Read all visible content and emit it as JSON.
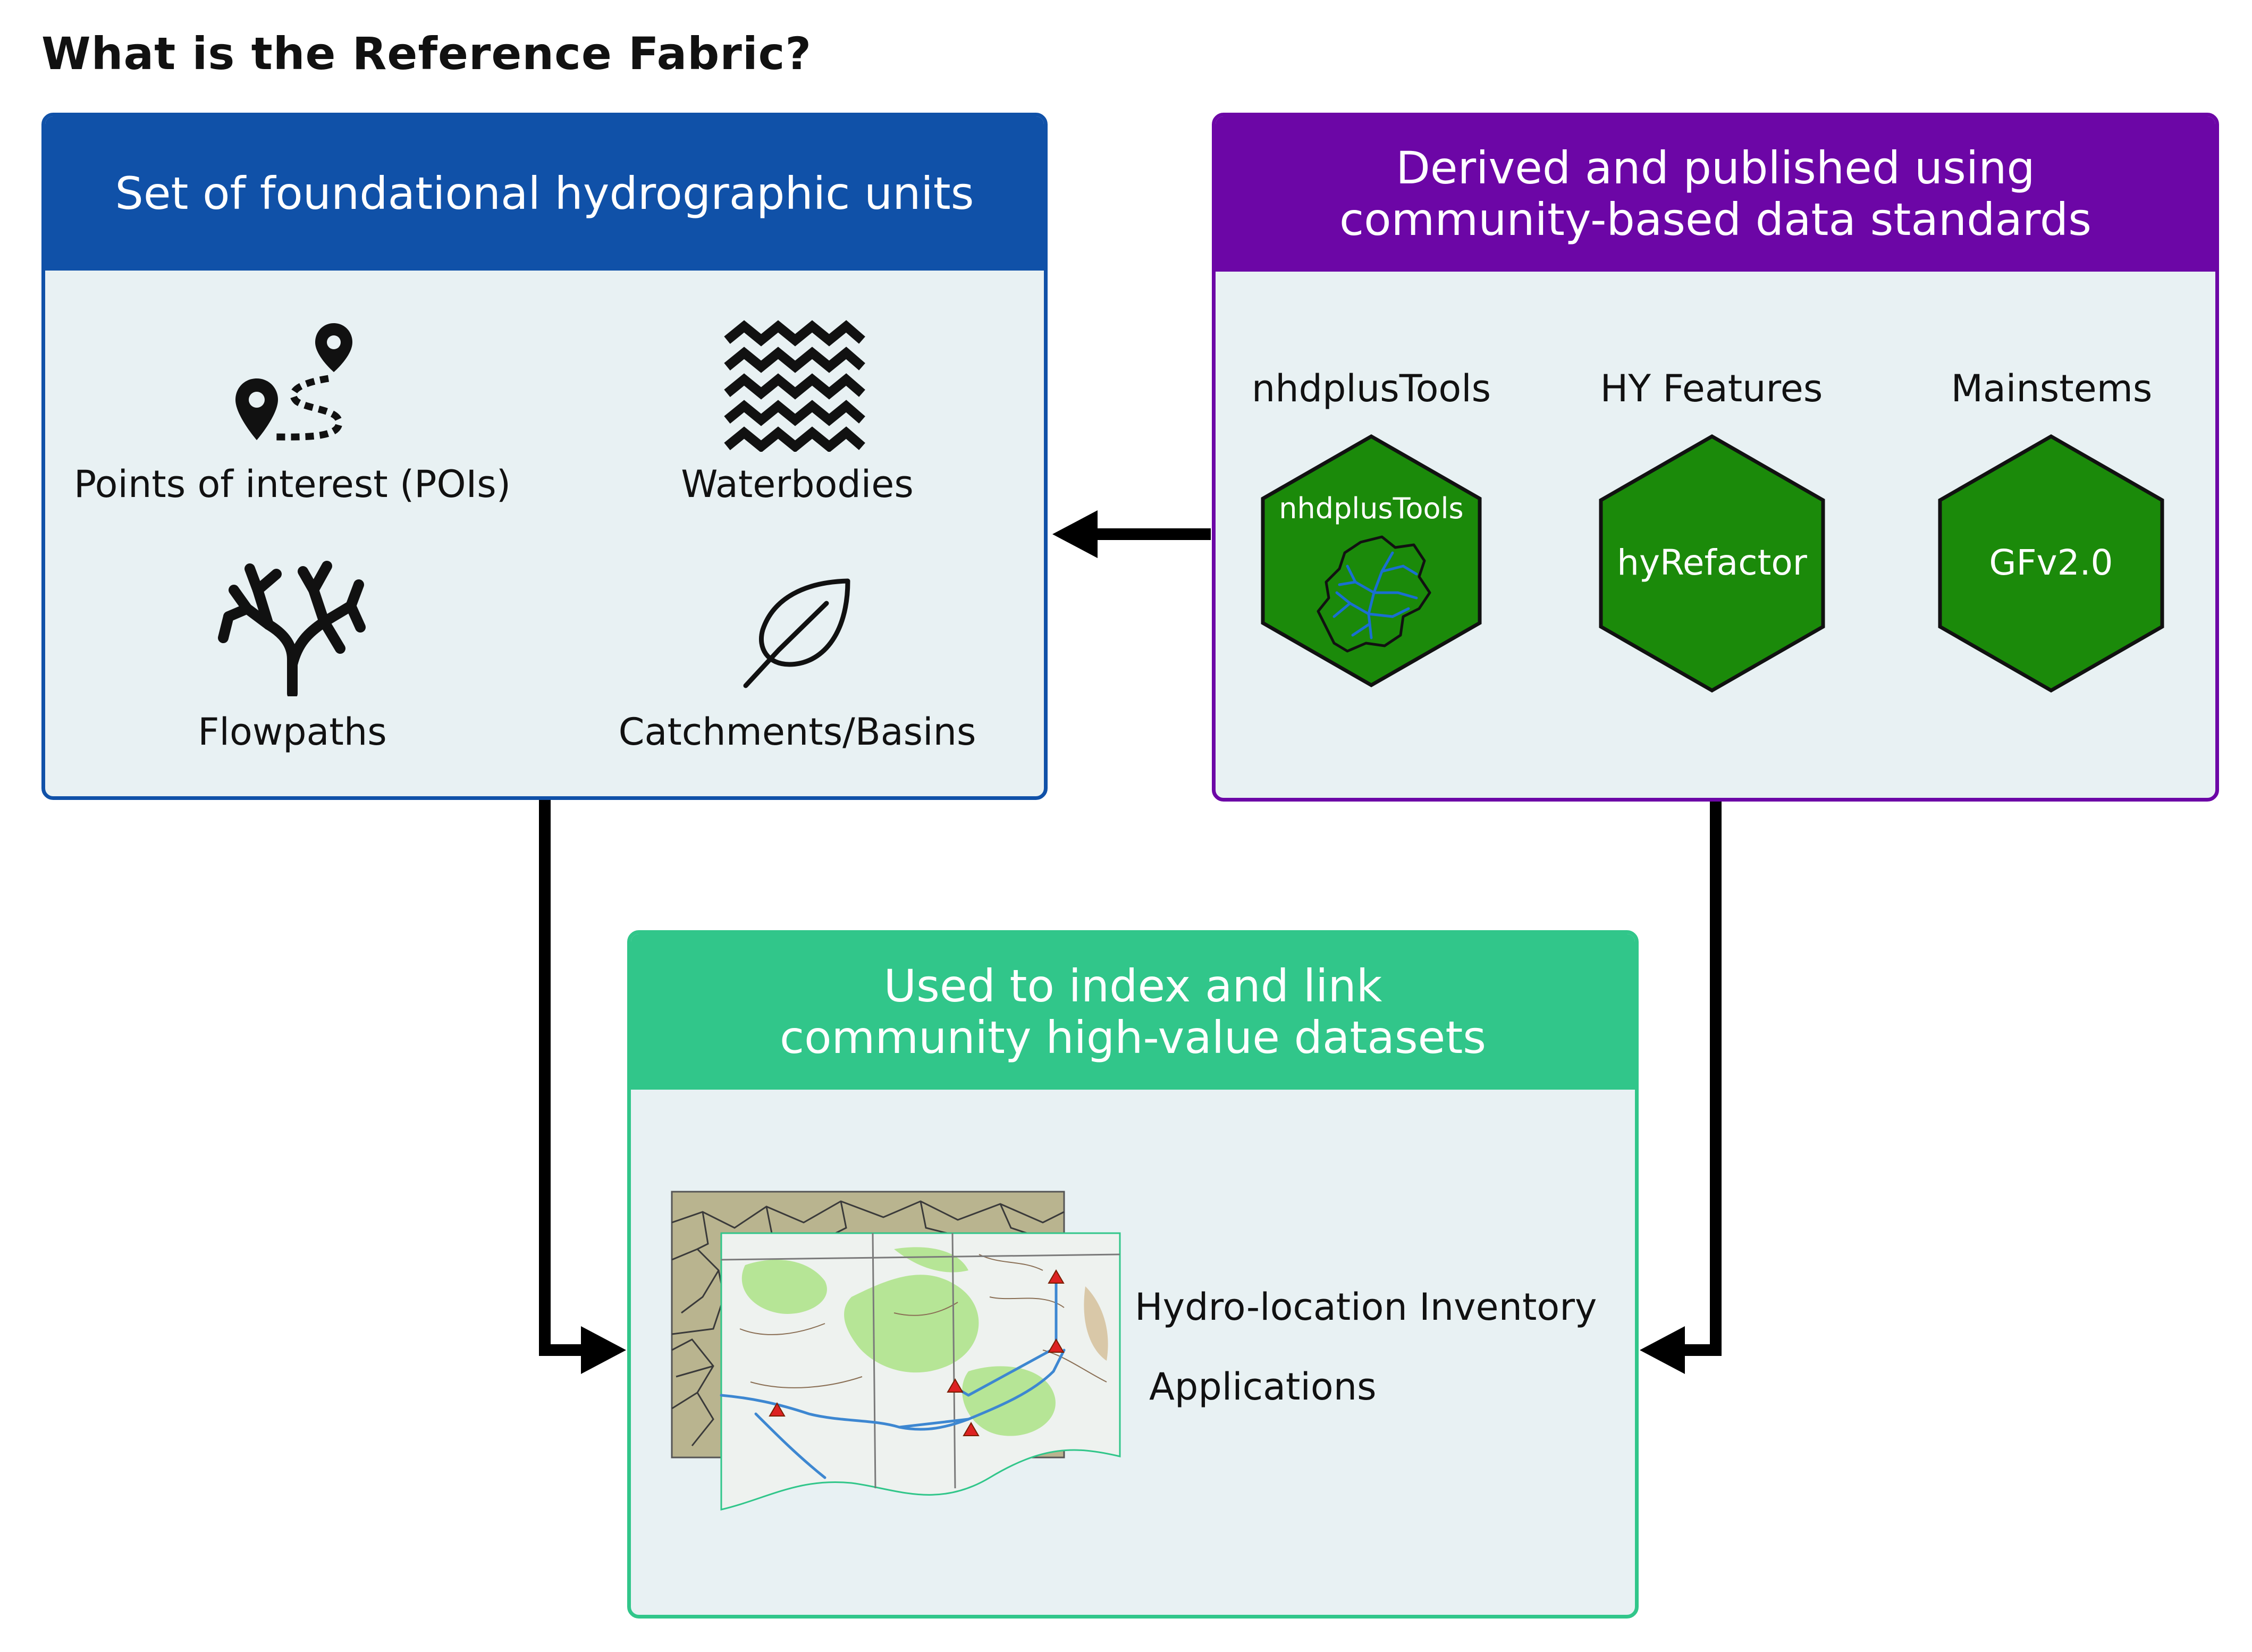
{
  "title": "What is the Reference Fabric?",
  "units_box": {
    "header": "Set of foundational hydrographic units",
    "color": "#1051a8",
    "items": [
      {
        "label": "Points of interest (POIs)",
        "icon": "map-pin-route-icon"
      },
      {
        "label": "Waterbodies",
        "icon": "waves-icon"
      },
      {
        "label": "Flowpaths",
        "icon": "branching-tree-icon"
      },
      {
        "label": "Catchments/Basins",
        "icon": "leaf-icon"
      }
    ]
  },
  "standards_box": {
    "header": "Derived and published using\ncommunity-based data standards",
    "color": "#6c06a6",
    "hex_color": "#1b8a0a",
    "tools": [
      {
        "label": "nhdplusTools",
        "hex_text": "nhdplusTools"
      },
      {
        "label": "HY Features",
        "hex_text": "hyRefactor"
      },
      {
        "label": "Mainstems",
        "hex_text": "GFv2.0"
      }
    ]
  },
  "datasets_box": {
    "header": "Used to index and link\ncommunity high-value datasets",
    "color": "#31c68a",
    "items": [
      "Hydro-location Inventory",
      "Applications"
    ]
  }
}
